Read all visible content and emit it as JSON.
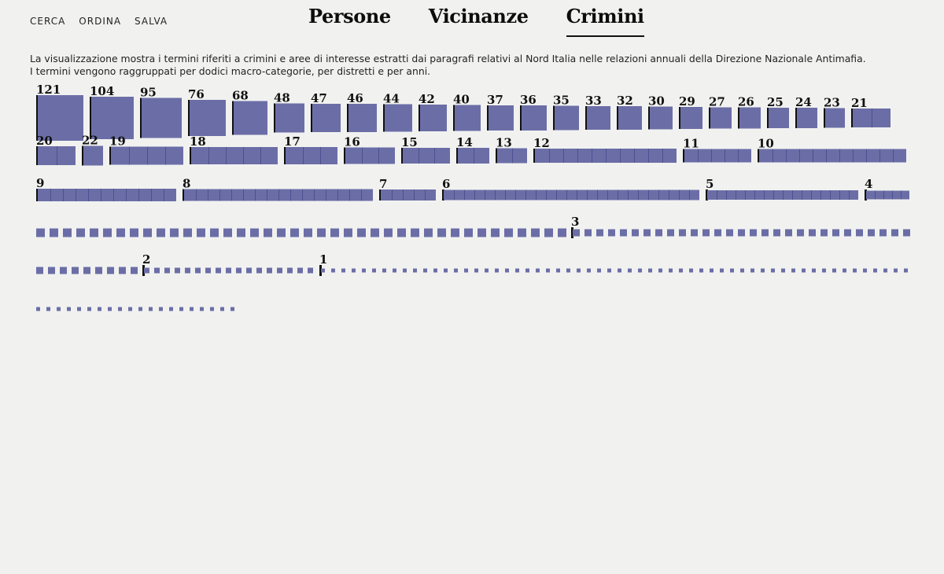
{
  "nav": {
    "items": [
      "CERCA",
      "ORDINA",
      "SALVA"
    ]
  },
  "tabs": [
    {
      "label": "Persone",
      "active": false
    },
    {
      "label": "Vicinanze",
      "active": false
    },
    {
      "label": "Crimini",
      "active": true
    }
  ],
  "intro": {
    "line1": "La visualizzazione mostra i termini riferiti a crimini e aree di interesse estratti dai paragrafi relativi al Nord Italia nelle relazioni annuali della Direzione Nazionale Antimafia.",
    "line2": "I termini vengono raggruppati per dodici macro-categorie, per distretti e per anni."
  },
  "colors": {
    "square": "#6b6ea6",
    "square_divider": "#3e4388",
    "marker": "#111111",
    "background": "#f1f2f0"
  },
  "chart_data": {
    "type": "other",
    "groups": [
      {
        "label": "121",
        "count": 1
      },
      {
        "label": "104",
        "count": 1
      },
      {
        "label": "95",
        "count": 1
      },
      {
        "label": "76",
        "count": 1
      },
      {
        "label": "68",
        "count": 1
      },
      {
        "label": "48",
        "count": 1
      },
      {
        "label": "47",
        "count": 1
      },
      {
        "label": "46",
        "count": 1
      },
      {
        "label": "44",
        "count": 1
      },
      {
        "label": "42",
        "count": 1
      },
      {
        "label": "40",
        "count": 1
      },
      {
        "label": "37",
        "count": 1
      },
      {
        "label": "36",
        "count": 1
      },
      {
        "label": "35",
        "count": 1
      },
      {
        "label": "33",
        "count": 1
      },
      {
        "label": "32",
        "count": 1
      },
      {
        "label": "30",
        "count": 1
      },
      {
        "label": "29",
        "count": 1
      },
      {
        "label": "27",
        "count": 1
      },
      {
        "label": "26",
        "count": 1
      },
      {
        "label": "25",
        "count": 1
      },
      {
        "label": "24",
        "count": 1
      },
      {
        "label": "23",
        "count": 1
      },
      {
        "label": "21",
        "count": 2
      },
      {
        "label": "20",
        "count": 2
      },
      {
        "label": "22",
        "count": 1
      },
      {
        "label": "19",
        "count": 4
      },
      {
        "label": "18",
        "count": 5
      },
      {
        "label": "17",
        "count": 3
      },
      {
        "label": "16",
        "count": 3
      },
      {
        "label": "15",
        "count": 3
      },
      {
        "label": "14",
        "count": 2
      },
      {
        "label": "13",
        "count": 2
      },
      {
        "label": "12",
        "count": 10
      },
      {
        "label": "11",
        "count": 5
      },
      {
        "label": "10",
        "count": 11
      },
      {
        "label": "9",
        "count": 11
      },
      {
        "label": "8",
        "count": 16
      },
      {
        "label": "7",
        "count": 5
      },
      {
        "label": "6",
        "count": 25
      },
      {
        "label": "5",
        "count": 16
      },
      {
        "label": "4",
        "count": 45
      },
      {
        "label": "3",
        "count": 38
      },
      {
        "label": "2",
        "count": 17
      },
      {
        "label": "1",
        "count": 78
      }
    ]
  }
}
